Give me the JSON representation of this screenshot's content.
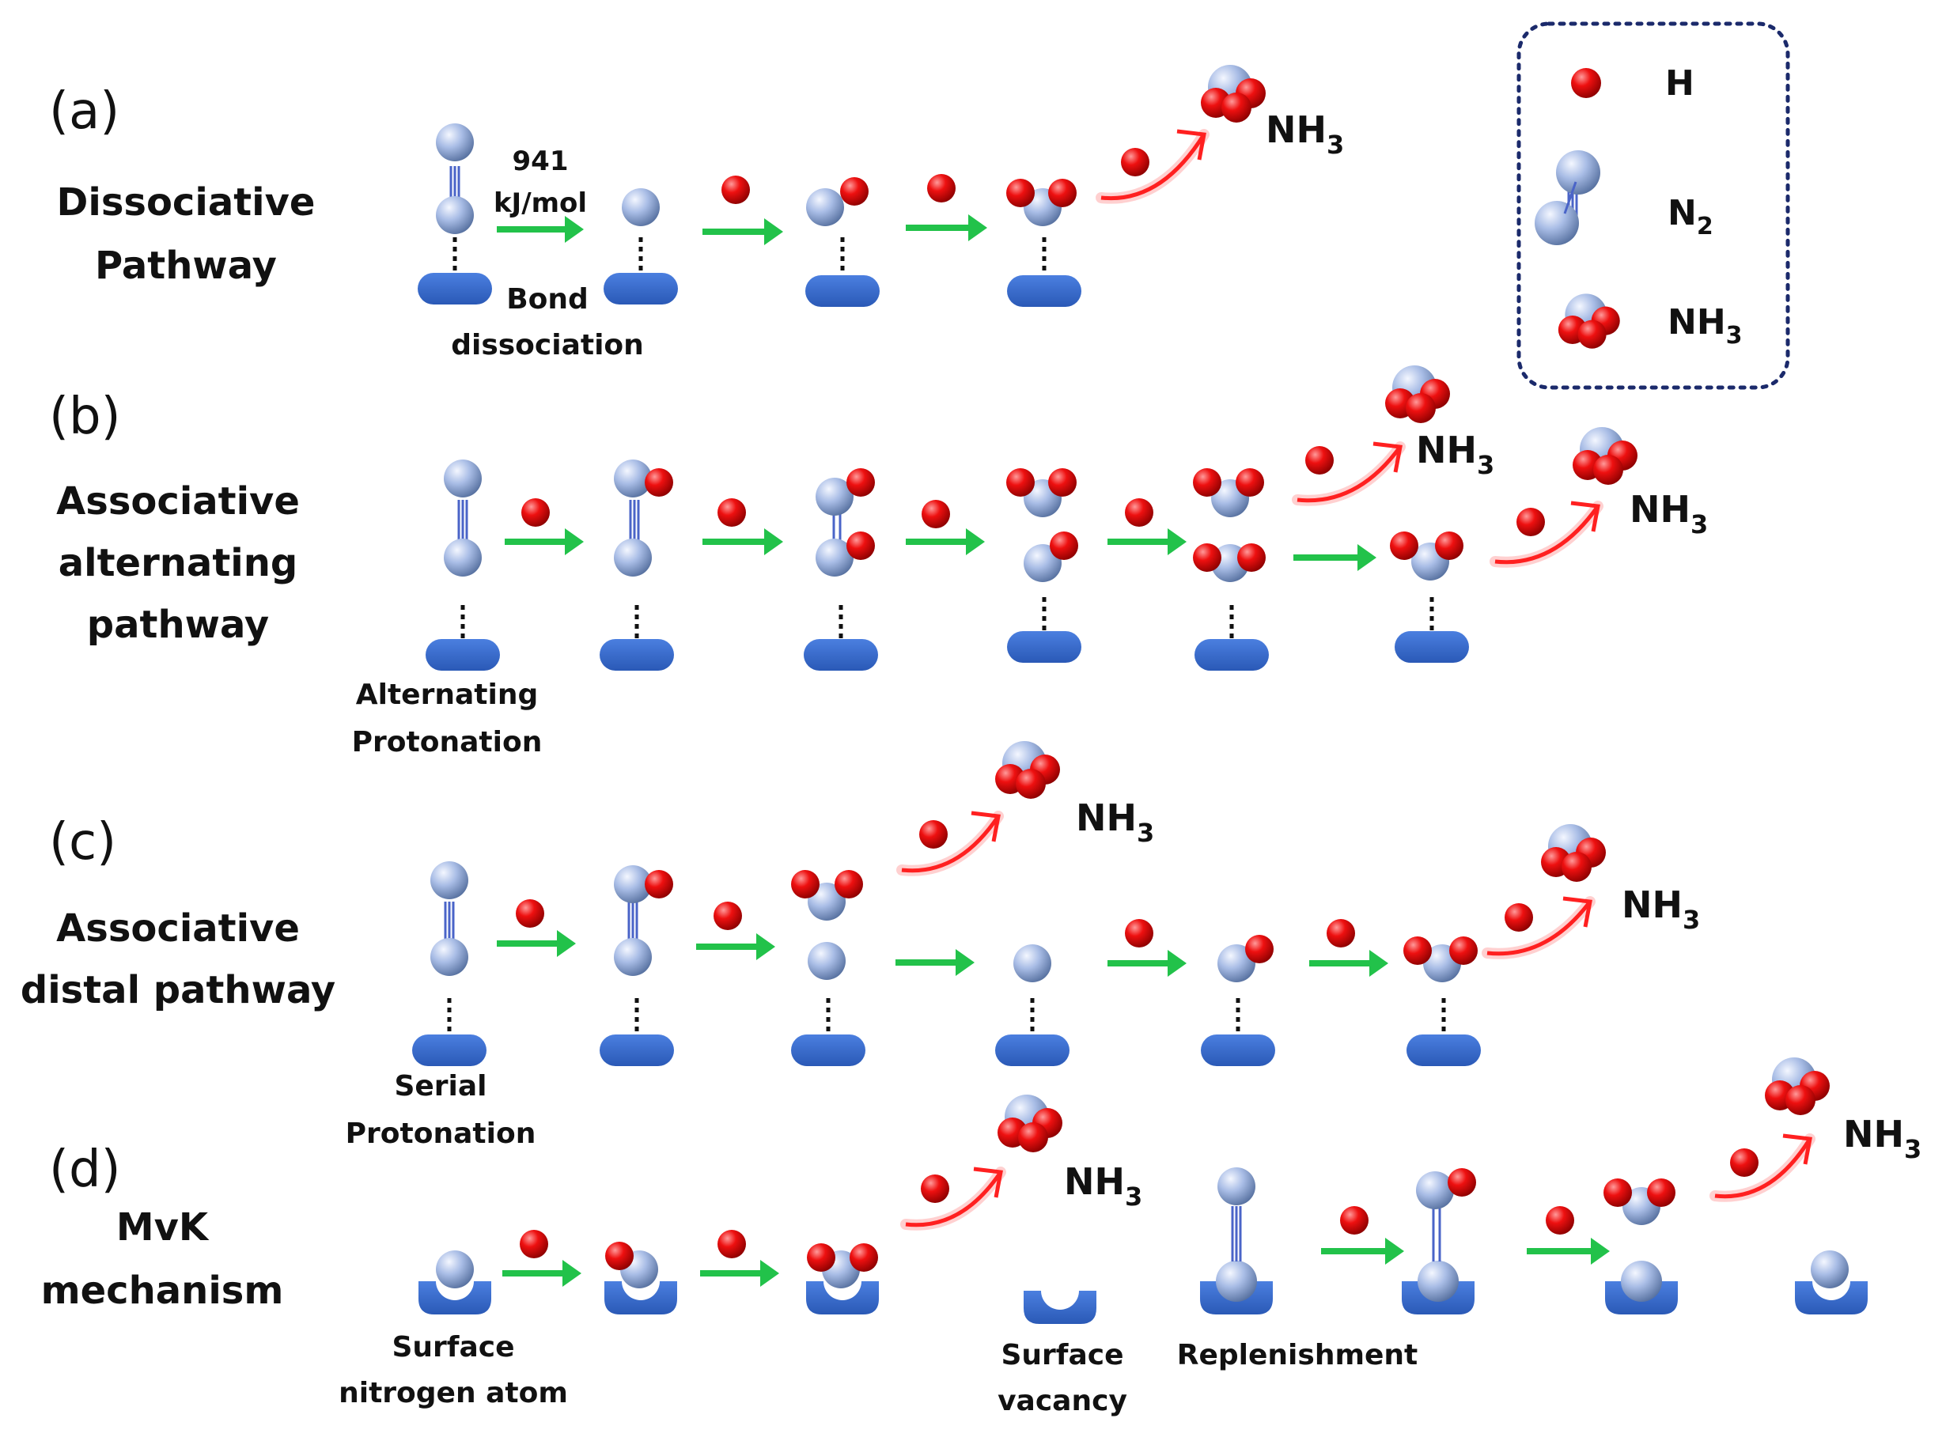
{
  "panels": {
    "a": {
      "letter": "(a)",
      "title": [
        "Dissociative",
        "Pathway"
      ],
      "energy": [
        "941",
        "kJ/mol"
      ],
      "note": [
        "Bond",
        "dissociation"
      ]
    },
    "b": {
      "letter": "(b)",
      "title": [
        "Associative",
        "alternating",
        "pathway"
      ],
      "note": [
        "Alternating",
        "Protonation"
      ]
    },
    "c": {
      "letter": "(c)",
      "title": [
        "Associative",
        "distal pathway"
      ],
      "note": [
        "Serial",
        "Protonation"
      ]
    },
    "d": {
      "letter": "(d)",
      "title": [
        "MvK",
        "mechanism"
      ],
      "note_start": [
        "Surface",
        "nitrogen atom"
      ],
      "note_vacancy": [
        "Surface",
        "vacancy"
      ],
      "note_replenish": "Replenishment"
    }
  },
  "product": {
    "main": "NH",
    "sub": "3"
  },
  "legend": {
    "h": "H",
    "n2": {
      "main": "N",
      "sub": "2"
    },
    "nh3": {
      "main": "NH",
      "sub": "3"
    }
  },
  "colors": {
    "nitrogen": "#8fa7d6",
    "hydrogen": "#e00000",
    "surface": "#3a6fcf",
    "arrow_green": "#22c24a",
    "arrow_red": "#ff2020",
    "legend_border": "#1b2a6b"
  }
}
